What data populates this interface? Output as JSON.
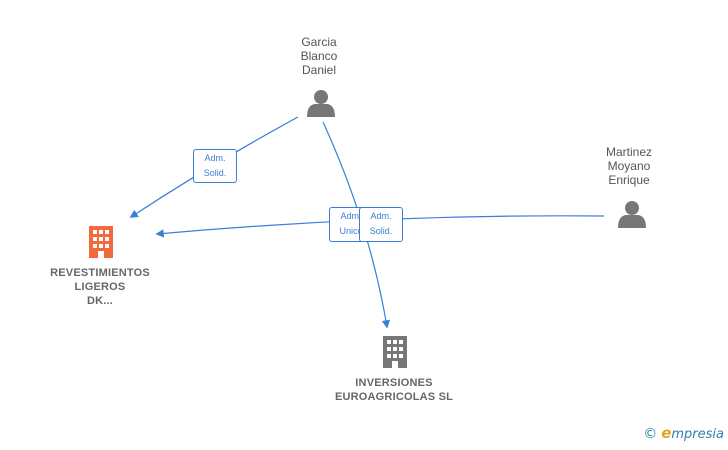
{
  "nodes": {
    "garcia": {
      "label": [
        "Garcia",
        "Blanco",
        "Daniel"
      ],
      "icon": "person-icon",
      "color": "#777777"
    },
    "martinez": {
      "label": [
        "Martinez",
        "Moyano",
        "Enrique"
      ],
      "icon": "person-icon",
      "color": "#777777"
    },
    "revestimientos": {
      "label": [
        "REVESTIMIENTOS",
        "LIGEROS",
        "DK..."
      ],
      "icon": "building-icon",
      "color": "#f26a3b"
    },
    "inversiones": {
      "label": [
        "INVERSIONES",
        "EUROAGRICOLAS SL"
      ],
      "icon": "building-icon",
      "color": "#777777"
    }
  },
  "edges": [
    {
      "from": "garcia",
      "to": "revestimientos",
      "badge": [
        "Adm.",
        "Solid."
      ]
    },
    {
      "from": "martinez",
      "to": "revestimientos",
      "badge": [
        "Adm.",
        "Unico"
      ]
    },
    {
      "from": "garcia",
      "to": "inversiones",
      "badge": [
        "Adm.",
        "Solid."
      ]
    }
  ],
  "colors": {
    "edge": "#3a7fd5"
  },
  "brand": {
    "copyright": "©",
    "initial": "e",
    "rest": "mpresia"
  }
}
